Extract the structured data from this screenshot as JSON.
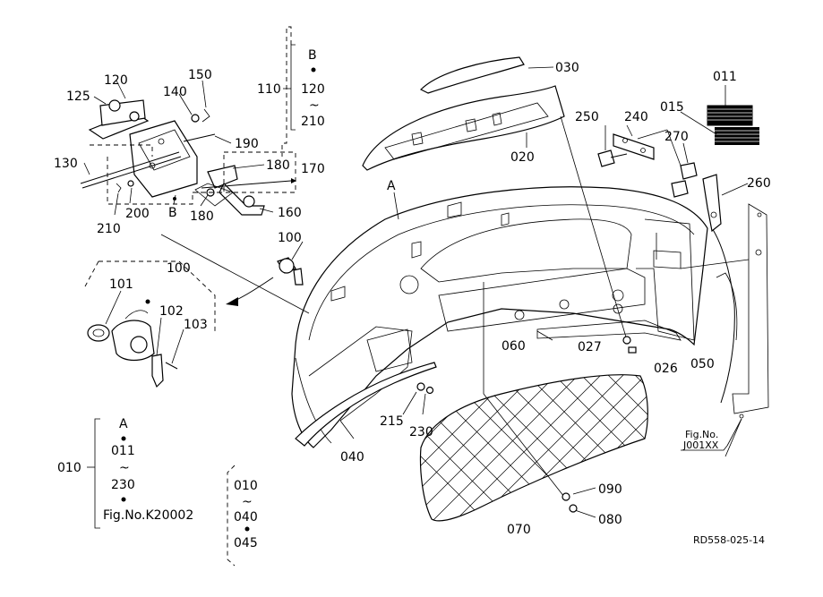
{
  "callouts": {
    "p030": "030",
    "p020": "020",
    "p011": "011",
    "p015": "015",
    "p250": "250",
    "p240": "240",
    "p270": "270",
    "p260": "260",
    "p120": "120",
    "p125": "125",
    "p140": "140",
    "p150": "150",
    "p190": "190",
    "p130": "130",
    "p180a": "180",
    "p170": "170",
    "p160": "160",
    "p210": "210",
    "p200": "200",
    "p180b": "180",
    "p100a": "100",
    "p100b": "100",
    "p101": "101",
    "p102": "102",
    "p103": "103",
    "p060": "060",
    "p027": "027",
    "p026": "026",
    "p050": "050",
    "p215": "215",
    "p230": "230",
    "p040": "040",
    "p090": "090",
    "p080": "080",
    "p070": "070",
    "ref_a_main": "A",
    "ref_b_bracket": "B"
  },
  "group_110": {
    "number": "110",
    "ref": "B",
    "from": "120",
    "tilde": "~",
    "to": "210"
  },
  "group_010": {
    "number": "010",
    "ref": "A",
    "from": "011",
    "tilde": "~",
    "to": "230",
    "fig": "Fig.No.K20002"
  },
  "group_range": {
    "from": "010",
    "tilde": "~",
    "mid": "040",
    "to": "045"
  },
  "fig_ref": {
    "line1": "Fig.No.",
    "line2": "J001XX"
  },
  "drawing_code": "RD558-025-14"
}
